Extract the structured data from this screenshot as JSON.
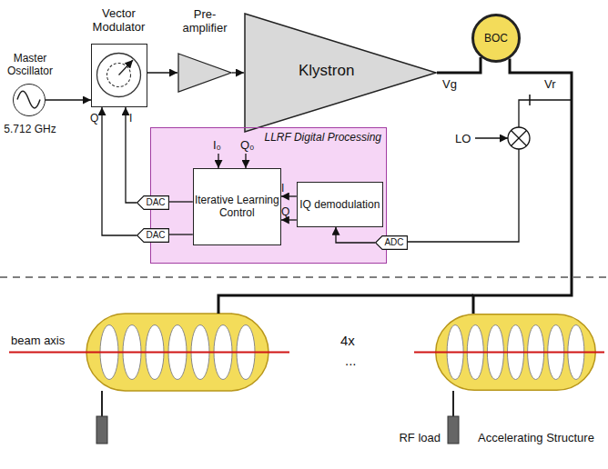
{
  "diagram": {
    "nodes": [
      {
        "text": [
          "Master Oscillator",
          "5.712 GHz"
        ]
      },
      {
        "text": [
          "Vector Modulator"
        ]
      },
      {
        "text": [
          "Pre- amplifier"
        ]
      },
      {
        "text": [
          "Klystron"
        ]
      },
      {
        "text": [
          "BOC"
        ]
      },
      {
        "text": [
          "LLRF Digital Processing"
        ]
      },
      {
        "text": [
          "Iterative Learning Control"
        ],
        "in": 5
      },
      {
        "text": [
          "IQ demodulation"
        ],
        "in": 5
      },
      {
        "text": [
          "DAC"
        ]
      },
      {
        "text": [
          "DAC"
        ]
      },
      {
        "text": [
          "ADC"
        ]
      },
      {
        "text": [
          "Accelerating Structure"
        ]
      }
    ],
    "edges": [
      {
        "from": 0,
        "to": 1,
        "arrow": "to"
      },
      {
        "from": 1,
        "to": 2,
        "arrow": "to"
      },
      {
        "from": 2,
        "to": 3,
        "arrow": "to"
      },
      {
        "from": 3,
        "to": 4,
        "arrow": "none"
      },
      {
        "from": 6,
        "to": 8,
        "arrow": "none"
      },
      {
        "from": 8,
        "to": 1,
        "label": "I",
        "arrow": "to"
      },
      {
        "from": 6,
        "to": 9,
        "arrow": "none"
      },
      {
        "from": 9,
        "to": 1,
        "label": "Q",
        "arrow": "to"
      },
      {
        "from": 7,
        "to": 6,
        "label": "I",
        "arrow": "to"
      },
      {
        "from": 7,
        "to": 6,
        "label": "Q",
        "arrow": "to"
      },
      {
        "from": 10,
        "to": 7,
        "arrow": "to"
      },
      {
        "from": 4,
        "to": 11,
        "arrow": "none"
      }
    ],
    "labels": [
      "Vg",
      "Vr",
      "LO",
      "I₀",
      "Q₀",
      "beam axis",
      "4x",
      "...",
      "RF load"
    ]
  }
}
